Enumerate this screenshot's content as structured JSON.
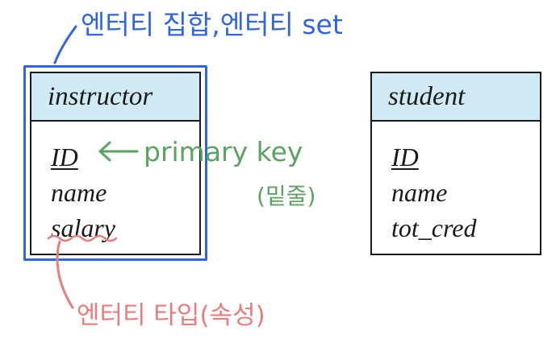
{
  "colors": {
    "header_fill": "#d0eaf6",
    "entity_border": "#1a1a1a",
    "annotation_blue": "#2f66e0",
    "annotation_green": "#5aa360",
    "annotation_pink": "#e87d7d"
  },
  "entities": [
    {
      "name": "instructor",
      "attributes": [
        "ID",
        "name",
        "salary"
      ],
      "primary_key": "ID"
    },
    {
      "name": "student",
      "attributes": [
        "ID",
        "name",
        "tot_cred"
      ],
      "primary_key": "ID"
    }
  ],
  "annotations": {
    "entity_set": "엔터티 집합,엔터티 set",
    "primary_key": "primary key",
    "primary_key_sub": "(밑줄)",
    "attribute": "엔터티 타입(속성)"
  }
}
